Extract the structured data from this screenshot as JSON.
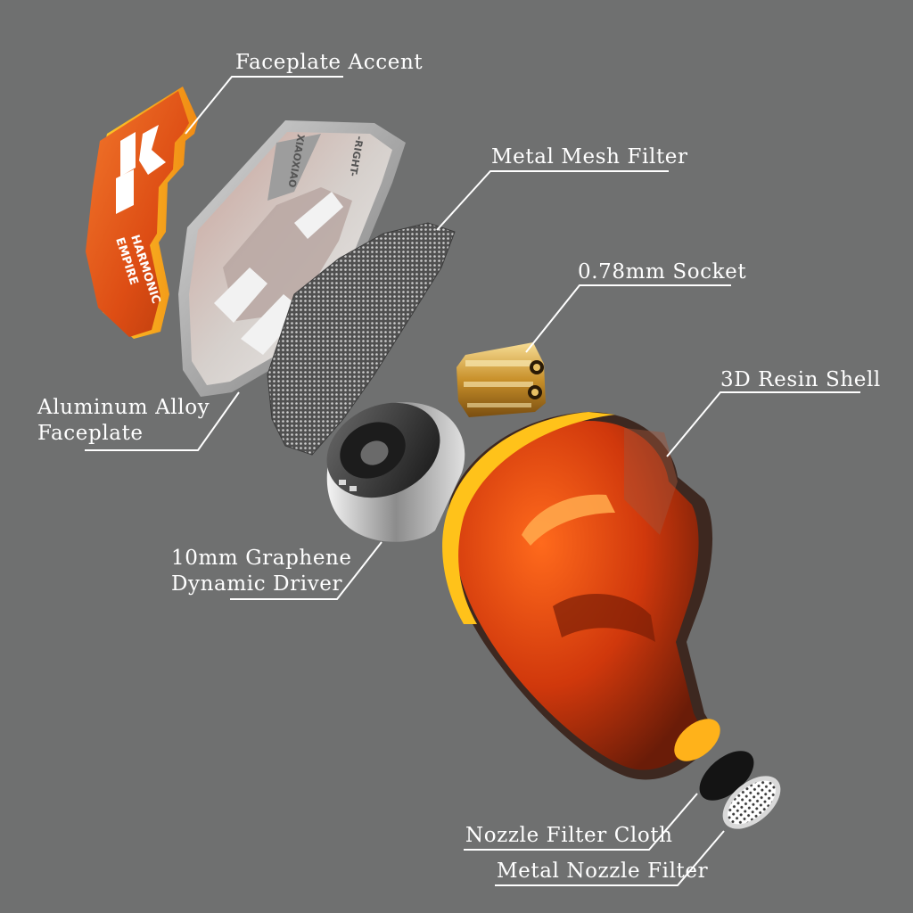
{
  "callouts": {
    "faceplate_accent": {
      "text": "Faceplate Accent"
    },
    "metal_mesh_filter": {
      "text": "Metal Mesh Filter"
    },
    "socket": {
      "text": "0.78mm Socket"
    },
    "resin_shell": {
      "text": "3D Resin Shell"
    },
    "aluminum_faceplate": {
      "line1": "Aluminum Alloy",
      "line2": "Faceplate"
    },
    "driver": {
      "line1": "10mm Graphene",
      "line2": "Dynamic Driver"
    },
    "nozzle_cloth": {
      "text": "Nozzle Filter Cloth"
    },
    "nozzle_filter": {
      "text": "Metal Nozzle Filter"
    }
  },
  "product_markings": {
    "accent_logo": "I-K",
    "accent_brand_line1": "HARMONIC",
    "accent_brand_line2": "EMPIRE",
    "faceplate_brand": "XIAOXIAO",
    "faceplate_side": "-RIGHT-"
  },
  "colors": {
    "background": "#6f7070",
    "label_text": "#ffffff",
    "accent_orange": "#e8541c",
    "shell_red": "#c8340c",
    "gold": "#d6a12a",
    "metal": "#b8b8b8"
  }
}
